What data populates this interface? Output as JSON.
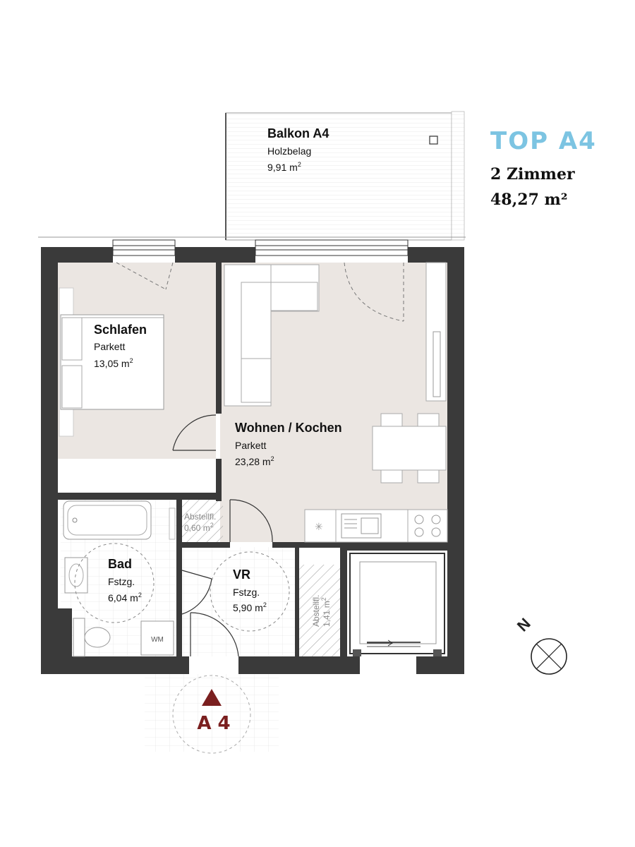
{
  "header": {
    "title": "TOP A4",
    "rooms_count": "2 Zimmer",
    "total_area": "48,27 m²"
  },
  "rooms": {
    "balkon": {
      "name": "Balkon A4",
      "floor": "Holzbelag",
      "area": "9,91 m",
      "unit_sup": "2"
    },
    "schlafen": {
      "name": "Schlafen",
      "floor": "Parkett",
      "area": "13,05 m",
      "unit_sup": "2"
    },
    "wohnen": {
      "name": "Wohnen / Kochen",
      "floor": "Parkett",
      "area": "23,28 m",
      "unit_sup": "2"
    },
    "bad": {
      "name": "Bad",
      "floor": "Fstzg.",
      "area": "6,04 m",
      "unit_sup": "2"
    },
    "vr": {
      "name": "VR",
      "floor": "Fstzg.",
      "area": "5,90 m",
      "unit_sup": "2"
    },
    "abstell_1": {
      "name": "Abstellfl.",
      "area": "0,60 m",
      "unit_sup": "2"
    },
    "abstell_2": {
      "name": "Abstellfl.",
      "area": "1,41 m",
      "unit_sup": "2"
    }
  },
  "fixtures": {
    "wm_label": "WM"
  },
  "compass": {
    "label": "N"
  },
  "entrance_marker": {
    "label": "A 4"
  },
  "colors": {
    "title_accent": "#7cc4e2",
    "wall": "#3a3a3a",
    "floor_fill": "#ebe6e2",
    "entrance_marker": "#7a1f1f"
  }
}
